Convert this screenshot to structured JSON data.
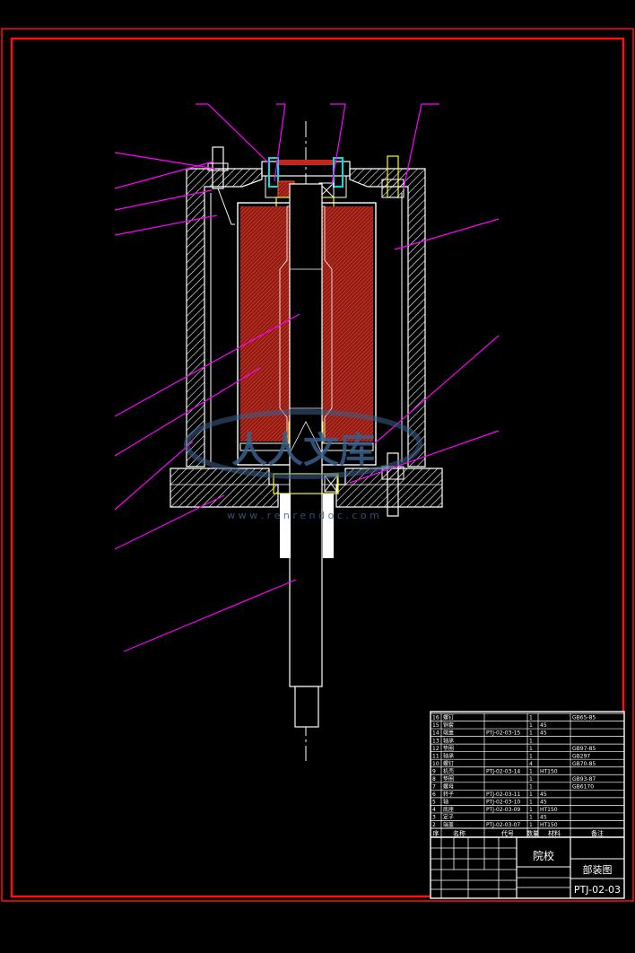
{
  "drawing": {
    "colors": {
      "background": "#000000",
      "frame": "#ff1010",
      "leader": "#ff00ff",
      "line": "#ffffff",
      "hatch_core": "#c0281e",
      "cyan": "#00e0e0",
      "yellow": "#ffff00",
      "watermark": "#3a5f8a"
    },
    "title_block": {
      "drawing_name": "部装图",
      "drawing_number": "PTJ-02-03",
      "school_label": "院校",
      "header_seq": "序",
      "header_code": "代号",
      "header_name": "名称",
      "header_qty": "数量",
      "header_material": "材料",
      "header_remark": "备注",
      "bom_rows": [
        {
          "seq": "16",
          "name": "螺钉",
          "code": "",
          "qty": "1",
          "material": "",
          "remark": "GB65-85"
        },
        {
          "seq": "15",
          "name": "铜套",
          "code": "",
          "qty": "1",
          "material": "45",
          "remark": ""
        },
        {
          "seq": "14",
          "name": "端盖",
          "code": "PTJ-02-03-15",
          "qty": "1",
          "material": "45",
          "remark": ""
        },
        {
          "seq": "13",
          "name": "轴承",
          "code": "",
          "qty": "1",
          "material": "",
          "remark": ""
        },
        {
          "seq": "12",
          "name": "垫圈",
          "code": "",
          "qty": "1",
          "material": "",
          "remark": "GB97-85"
        },
        {
          "seq": "11",
          "name": "轴承",
          "code": "",
          "qty": "1",
          "material": "",
          "remark": "GB297"
        },
        {
          "seq": "10",
          "name": "螺钉",
          "code": "",
          "qty": "4",
          "material": "",
          "remark": "GB70-85"
        },
        {
          "seq": "9",
          "name": "机壳",
          "code": "PTJ-02-03-14",
          "qty": "1",
          "material": "HT150",
          "remark": ""
        },
        {
          "seq": "8",
          "name": "垫圈",
          "code": "",
          "qty": "1",
          "material": "",
          "remark": "GB93-87"
        },
        {
          "seq": "7",
          "name": "螺母",
          "code": "",
          "qty": "1",
          "material": "",
          "remark": "GB6170"
        },
        {
          "seq": "6",
          "name": "转子",
          "code": "PTJ-02-03-11",
          "qty": "1",
          "material": "45",
          "remark": ""
        },
        {
          "seq": "5",
          "name": "轴",
          "code": "PTJ-02-03-10",
          "qty": "1",
          "material": "45",
          "remark": ""
        },
        {
          "seq": "4",
          "name": "底座",
          "code": "PTJ-02-03-09",
          "qty": "1",
          "material": "HT150",
          "remark": ""
        },
        {
          "seq": "3",
          "name": "定子",
          "code": "",
          "qty": "1",
          "material": "45",
          "remark": ""
        },
        {
          "seq": "2",
          "name": "端盖",
          "code": "PTJ-02-03-07",
          "qty": "1",
          "material": "HT150",
          "remark": ""
        }
      ]
    },
    "watermark": {
      "logo": "人人文库",
      "url": "w w w . r e n r e n d o c . c o m"
    }
  }
}
